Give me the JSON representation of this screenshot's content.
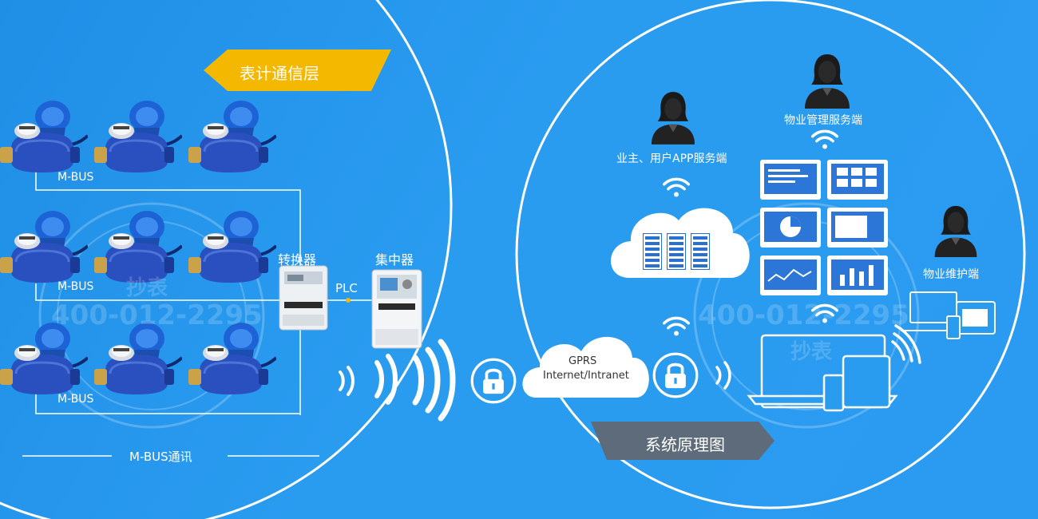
{
  "meter_layer": {
    "banner": "表计通信层",
    "bus_labels": [
      "M-BUS",
      "M-BUS",
      "M-BUS"
    ],
    "converter_label": "转换器",
    "concentrator_label": "集中器",
    "plc_label": "PLC",
    "bottom_label": "M-BUS通讯"
  },
  "network": {
    "cloud_line1": "GPRS",
    "cloud_line2": "Internet/Intranet"
  },
  "system_layer": {
    "banner": "系统原理图",
    "owner_app": "业主、用户APP服务端",
    "property_mgmt": "物业管理服务端",
    "property_maint": "物业维护端"
  },
  "watermark": {
    "phone": "400-012-2295",
    "chars": "抄表"
  },
  "colors": {
    "background": "#2a9cf0",
    "banner_yellow": "#f5b800",
    "banner_gray": "#5d6b7a",
    "meter_blue": "#1f44b8",
    "white": "#ffffff"
  }
}
